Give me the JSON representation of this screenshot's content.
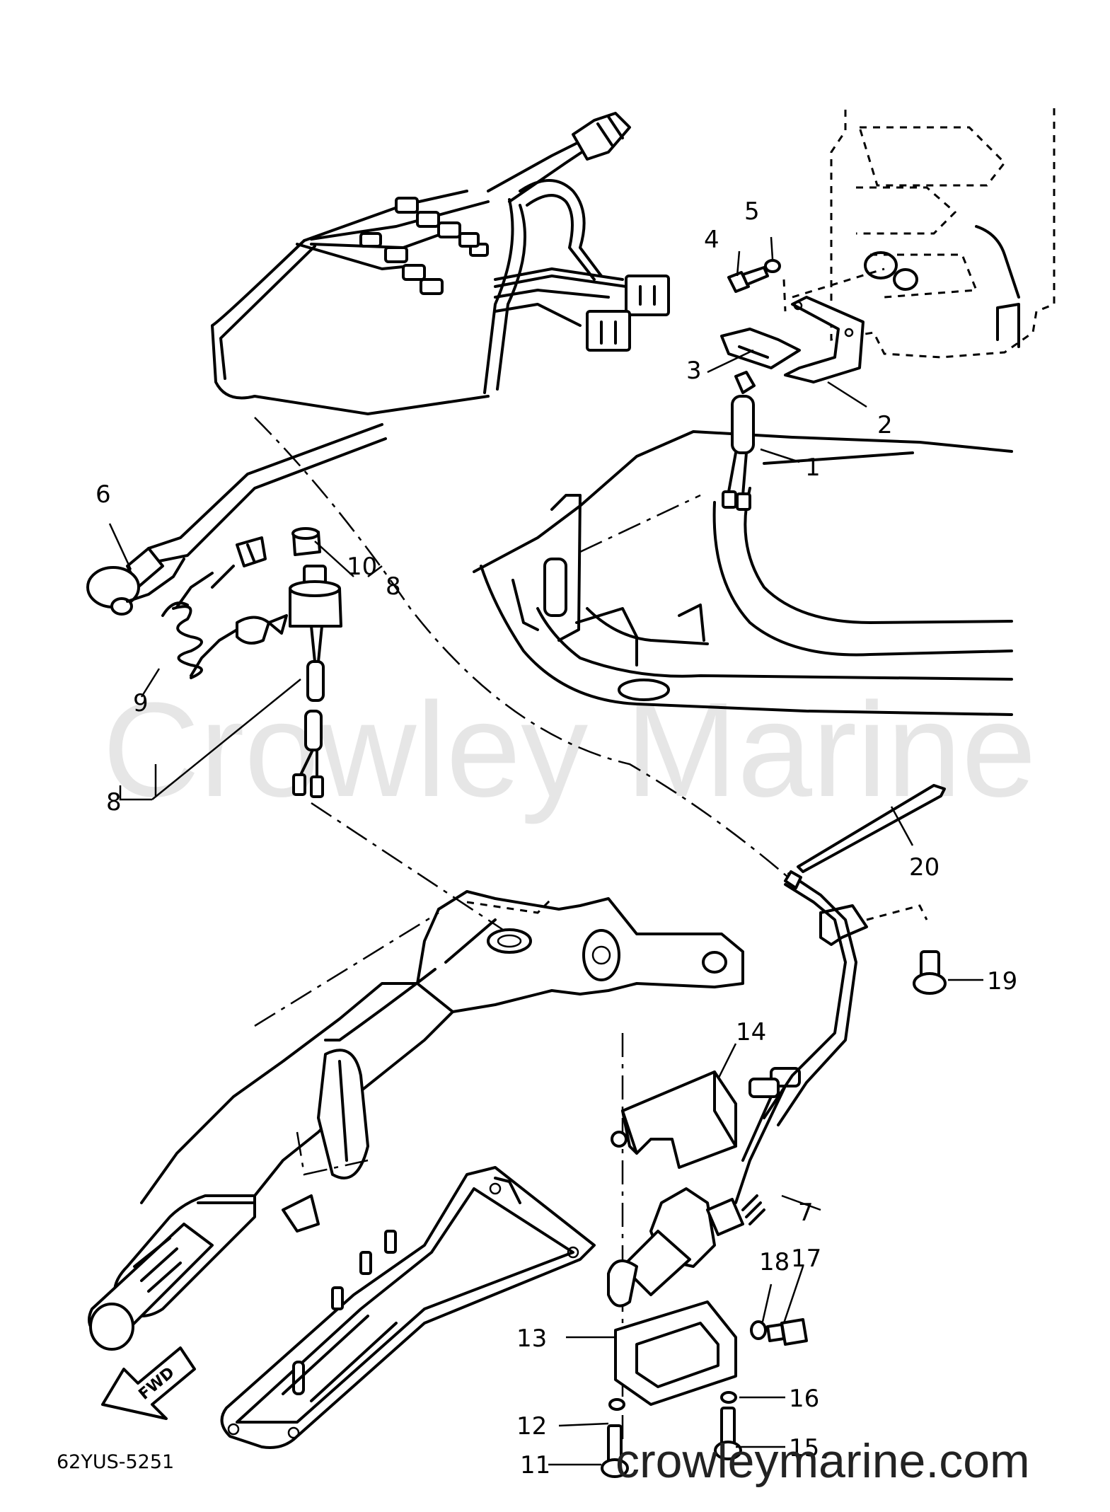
{
  "diagram": {
    "callouts": [
      {
        "id": "c1",
        "text": "1"
      },
      {
        "id": "c2",
        "text": "2"
      },
      {
        "id": "c3",
        "text": "3"
      },
      {
        "id": "c4",
        "text": "4"
      },
      {
        "id": "c5",
        "text": "5"
      },
      {
        "id": "c6",
        "text": "6"
      },
      {
        "id": "c7",
        "text": "7"
      },
      {
        "id": "c8a",
        "text": "8"
      },
      {
        "id": "c8b",
        "text": "8"
      },
      {
        "id": "c9",
        "text": "9"
      },
      {
        "id": "c10",
        "text": "10"
      },
      {
        "id": "c11",
        "text": "11"
      },
      {
        "id": "c12",
        "text": "12"
      },
      {
        "id": "c13",
        "text": "13"
      },
      {
        "id": "c14",
        "text": "14"
      },
      {
        "id": "c15",
        "text": "15"
      },
      {
        "id": "c16",
        "text": "16"
      },
      {
        "id": "c17",
        "text": "17"
      },
      {
        "id": "c18",
        "text": "18"
      },
      {
        "id": "c19",
        "text": "19"
      },
      {
        "id": "c20",
        "text": "20"
      }
    ],
    "fwd_arrow_text": "FWD",
    "drawing_code": "62YUS-5251"
  },
  "watermark": {
    "text": "Crowley Marine",
    "url": "crowleymarine.com"
  }
}
